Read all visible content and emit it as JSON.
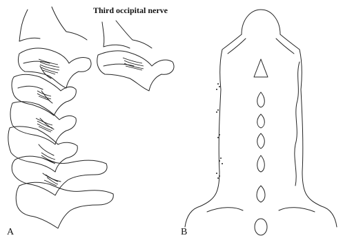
{
  "figure": {
    "title": "Third occipital nerve",
    "panel_a_label": "A",
    "panel_b_label": "B"
  }
}
